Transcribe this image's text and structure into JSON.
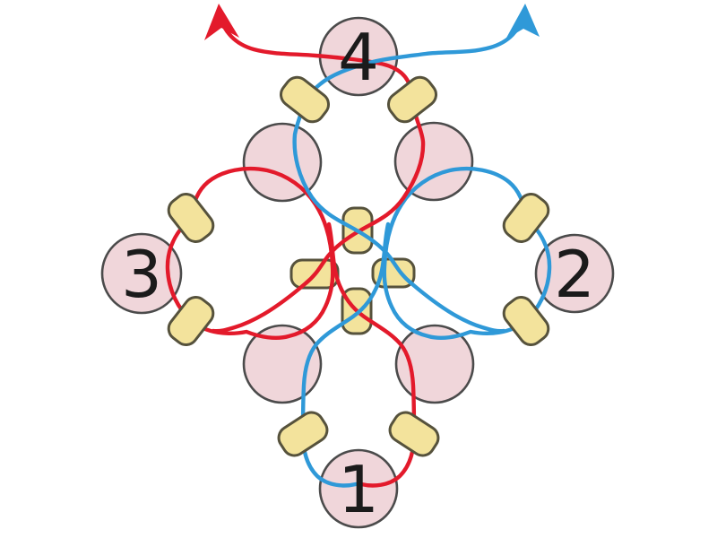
{
  "diagram": {
    "type_note": "bead weaving thread-path diagram, four numbered units",
    "numbered_beads": [
      {
        "label": "1",
        "position": "bottom"
      },
      {
        "label": "2",
        "position": "right"
      },
      {
        "label": "3",
        "position": "left"
      },
      {
        "label": "4",
        "position": "top"
      }
    ],
    "threads": [
      {
        "name": "red-thread",
        "color": "#e31a2b",
        "arrow": "exits top-left with arrowhead"
      },
      {
        "name": "blue-thread",
        "color": "#2f99d8",
        "arrow": "exits top-right with arrowhead"
      }
    ],
    "colors": {
      "thread_red": "#e31a2b",
      "thread_blue": "#2f99d8",
      "large_bead_fill": "#f0d6da",
      "large_bead_stroke": "#4b4b4b",
      "seed_bead_fill": "#f3e39c",
      "seed_bead_stroke": "#56523c",
      "number_color": "#1b1b1b",
      "background": "#ffffff"
    },
    "counts": {
      "large_round_beads": 8,
      "small_seed_beads": 12
    }
  }
}
